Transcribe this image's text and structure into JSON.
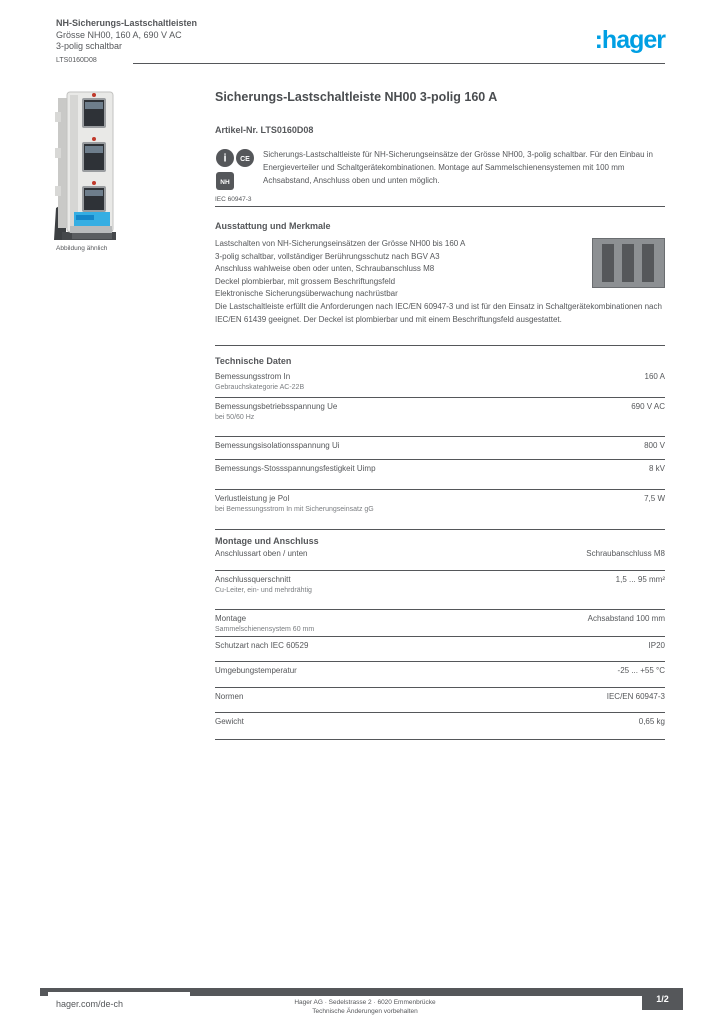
{
  "header": {
    "line1": "NH-Sicherungs-Lastschaltleisten",
    "line2": "Grösse NH00, 160 A, 690 V AC",
    "line3": "3-polig schaltbar",
    "ref": "LTS0160D08",
    "logo_text": ":hager",
    "logo_color": "#009fe3"
  },
  "product_image": {
    "caption": "Abbildung ähnlich",
    "icons": [
      "info-icon",
      "ce-icon",
      "norm-icon"
    ]
  },
  "main": {
    "title": "Sicherungs-Lastschaltleiste NH00 3-polig 160 A",
    "subtitle": "Artikel-Nr. LTS0160D08",
    "description": "Sicherungs-Lastschaltleiste für NH-Sicherungseinsätze der Grösse NH00, 3-polig schaltbar. Für den Einbau in Energieverteiler und Schaltgerätekombinationen. Montage auf Sammelschienensystemen mit 100 mm Achsabstand, Anschluss oben und unten möglich.",
    "icon_caption": "IEC 60947-3",
    "features_heading": "Ausstattung und Merkmale",
    "features": [
      "Lastschalten von NH-Sicherungseinsätzen der Grösse NH00 bis 160 A",
      "3-polig schaltbar, vollständiger Berührungsschutz nach BGV A3",
      "Anschluss wahlweise oben oder unten, Schraubanschluss M8",
      "Deckel plombierbar, mit grossem Beschriftungsfeld",
      "Elektronische Sicherungsüberwachung nachrüstbar"
    ],
    "note": "Die Lastschaltleiste erfüllt die Anforderungen nach IEC/EN 60947-3 und ist für den Einsatz in Schaltgerätekombinationen nach IEC/EN 61439 geeignet. Der Deckel ist plombierbar und mit einem Beschriftungsfeld ausgestattet."
  },
  "table": {
    "heading1": "Technische Daten",
    "heading2": "Montage und Anschluss",
    "rows1": [
      {
        "label": "Bemessungsstrom In",
        "sub": "Gebrauchskategorie AC-22B",
        "value": "160 A"
      },
      {
        "label": "Bemessungsbetriebsspannung Ue",
        "sub": "bei 50/60 Hz",
        "value": "690 V AC"
      },
      {
        "label": "Bemessungsisolationsspannung Ui",
        "sub": "",
        "value": "800 V"
      },
      {
        "label": "Bemessungs-Stossspannungsfestigkeit Uimp",
        "sub": "",
        "value": "8 kV"
      },
      {
        "label": "Verlustleistung je Pol",
        "sub": "bei Bemessungsstrom In mit Sicherungseinsatz gG",
        "value": "7,5 W"
      }
    ],
    "rows2": [
      {
        "label": "Anschlussart oben / unten",
        "sub": "",
        "value": "Schraubanschluss M8"
      },
      {
        "label": "Anschlussquerschnitt",
        "sub": "Cu-Leiter, ein- und mehrdrähtig",
        "value": "1,5 ... 95 mm²"
      },
      {
        "label": "Montage",
        "sub": "Sammelschienensystem 60 mm",
        "value": "Achsabstand 100 mm"
      },
      {
        "label": "Schutzart nach IEC 60529",
        "sub": "",
        "value": "IP20"
      },
      {
        "label": "Umgebungstemperatur",
        "sub": "",
        "value": "-25 ... +55 °C"
      },
      {
        "label": "Normen",
        "sub": "",
        "value": "IEC/EN 60947-3"
      },
      {
        "label": "Gewicht",
        "sub": "",
        "value": "0,65 kg"
      }
    ]
  },
  "footer": {
    "link": "hager.com/de-ch",
    "center_line1": "Hager AG · Sedelstrasse 2 · 6020 Emmenbrücke",
    "center_line2": "Technische Änderungen vorbehalten",
    "page": "1/2"
  }
}
